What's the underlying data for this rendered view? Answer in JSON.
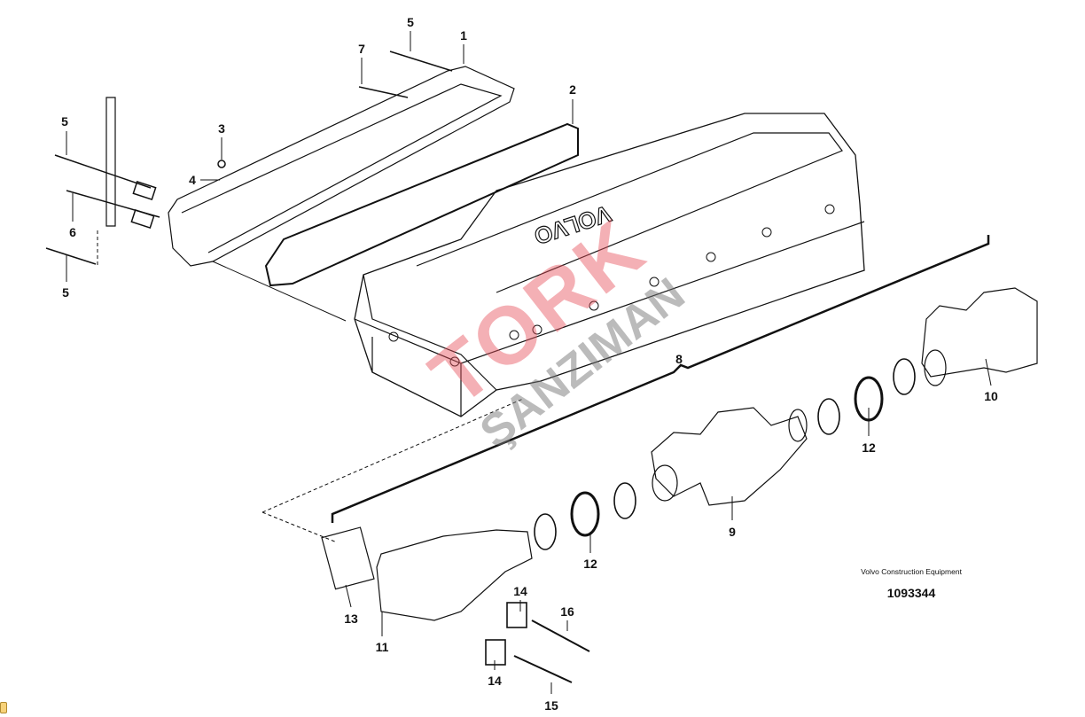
{
  "diagram": {
    "callouts": [
      "5",
      "1",
      "7",
      "2",
      "5",
      "3",
      "4",
      "6",
      "5",
      "8",
      "10",
      "12",
      "9",
      "12",
      "13",
      "14",
      "16",
      "11",
      "14",
      "15"
    ],
    "credit": "Volvo Construction Equipment",
    "document_number": "1093344",
    "engine_cover_lettering": "VOLVO",
    "watermark": {
      "top": "TORK",
      "bottom": "ŞANZIMAN"
    }
  }
}
